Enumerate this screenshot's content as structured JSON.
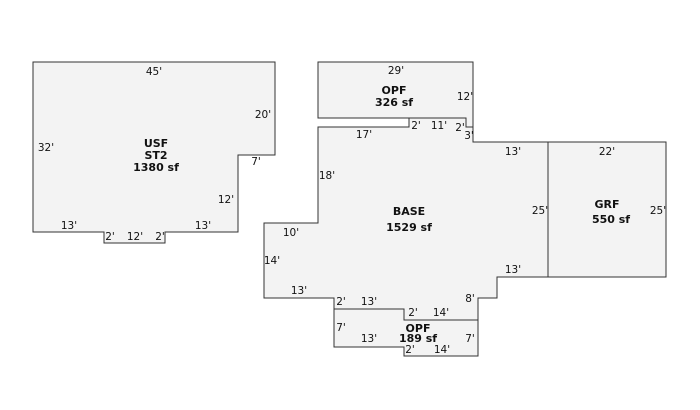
{
  "areas": {
    "usf": {
      "code": "USF",
      "subcode": "ST2",
      "size": "1380 sf"
    },
    "opf_top": {
      "code": "OPF",
      "size": "326 sf"
    },
    "base": {
      "code": "BASE",
      "size": "1529 sf"
    },
    "grf": {
      "code": "GRF",
      "size": "550 sf"
    },
    "opf_bottom": {
      "code": "OPF",
      "size": "189 sf"
    }
  },
  "dimensions": {
    "usf": {
      "top": "45'",
      "left": "32'",
      "right_upper": "20'",
      "step_top": "7'",
      "right_lower": "12'",
      "bottom_right": "13'",
      "bottom_left": "13'",
      "notch_left": "2'",
      "notch_bottom": "12'",
      "notch_right": "2'"
    },
    "opf_top": {
      "top": "29'",
      "right": "12'",
      "bottom_left": "17'",
      "step_a": "2'",
      "step_b": "11'",
      "step_c": "2'",
      "step_d": "3'"
    },
    "base": {
      "top_right": "13'",
      "left_upper": "18'",
      "right": "25'",
      "bottom_right": "13'",
      "step_left": "10'",
      "left_lower": "14'",
      "bottom_left": "13'",
      "step_small": "2'",
      "bottom_mid": "13'",
      "notch_small": "2'",
      "bottom_seg": "14'",
      "right_lower": "8'"
    },
    "grf": {
      "top": "22'",
      "left": "25'",
      "right": "25'"
    },
    "opf_bottom": {
      "left": "7'",
      "bottom_left": "13'",
      "right": "7'",
      "notch_small": "2'",
      "bottom_right": "14'"
    }
  }
}
